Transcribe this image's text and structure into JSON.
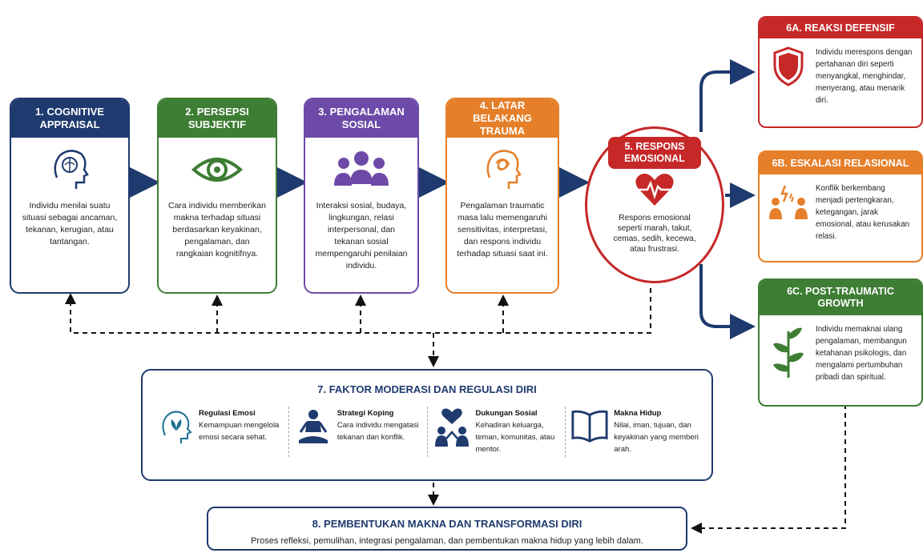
{
  "colors": {
    "navy": "#1e3a6e",
    "green": "#3e7d34",
    "purple": "#6d4aa8",
    "orange": "#e57f2a",
    "red": "#c62828",
    "teal": "#1b6f8f"
  },
  "steps": [
    {
      "title": "1. COGNITIVE APPRAISAL",
      "icon": "brain-head-icon",
      "text": "Individu menilai suatu situasi sebagai ancaman, tekanan, kerugian, atau tantangan."
    },
    {
      "title": "2. PERSEPSI SUBJEKTIF",
      "icon": "eye-icon",
      "text": "Cara individu memberikan makna terhadap situasi berdasarkan keyakinan, pengalaman, dan rangkaian kognitifnya."
    },
    {
      "title": "3. PENGALAMAN SOSIAL",
      "icon": "people-group-icon",
      "text": "Interaksi sosial, budaya, lingkungan, relasi interpersonal, dan tekanan sosial mempengaruhi penilaian individu."
    },
    {
      "title": "4. LATAR BELAKANG TRAUMA",
      "icon": "tangled-head-icon",
      "text": "Pengalaman traumatic masa lalu memengaruhi sensitivitas, interpretasi, dan respons individu terhadap situasi saat ini."
    }
  ],
  "emotion": {
    "title": "5. RESPONS EMOSIONAL",
    "icon": "heart-pulse-icon",
    "text": "Respons emosional seperti marah, takut, cemas, sedih, kecewa, atau frustrasi."
  },
  "outcomes": [
    {
      "title": "6A. REAKSI DEFENSIF",
      "icon": "shield-icon",
      "text": "Individu merespons dengan pertahanan diri seperti menyangkal, menghindar, menyerang, atau menarik diri."
    },
    {
      "title": "6B. ESKALASI RELASIONAL",
      "icon": "conflict-people-icon",
      "text": "Konflik berkembang menjadi pertengkaran, ketegangan, jarak emosional, atau kerusakan relasi."
    },
    {
      "title": "6C. POST-TRAUMATIC GROWTH",
      "icon": "plant-growth-icon",
      "text": "Individu memaknai ulang pengalaman, membangun ketahanan psikologis, dan mengalami pertumbuhan pribadi dan spiritual."
    }
  ],
  "moderation": {
    "title": "7. FAKTOR MODERASI DAN REGULASI DIRI",
    "items": [
      {
        "name": "Regulasi Emosi",
        "icon": "lotus-head-icon",
        "text": "Kemampuan mengelola emosi secara sehat."
      },
      {
        "name": "Strategi Koping",
        "icon": "meditation-icon",
        "text": "Cara individu mengatasi tekanan dan konflik."
      },
      {
        "name": "Dukungan Sosial",
        "icon": "support-heart-icon",
        "text": "Kehadiran keluarga, teman, komunitas, atau mentor."
      },
      {
        "name": "Makna Hidup",
        "icon": "open-book-icon",
        "text": "Nilai, iman, tujuan, dan keyakinan yang memberi arah."
      }
    ]
  },
  "final": {
    "title": "8. PEMBENTUKAN MAKNA DAN TRANSFORMASI DIRI",
    "text": "Proses refleksi, pemulihan, integrasi pengalaman, dan pembentukan makna hidup yang lebih dalam."
  }
}
